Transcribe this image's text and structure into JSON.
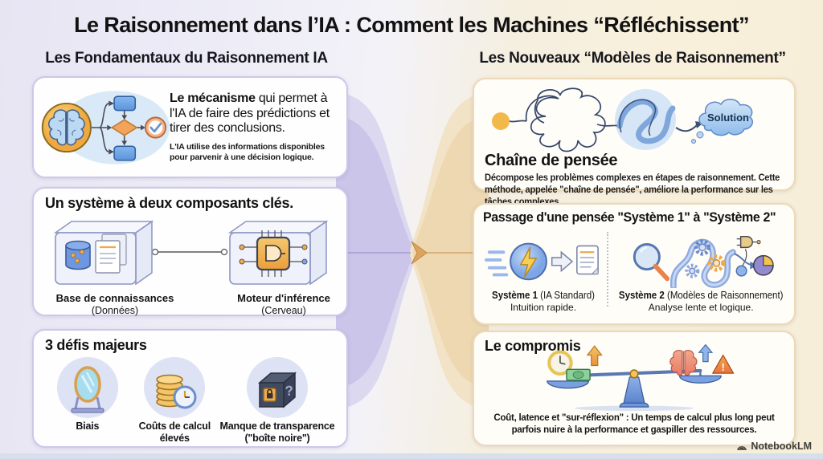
{
  "title": "Le Raisonnement dans l’IA : Comment les Machines “Réfléchissent”",
  "left": {
    "header": "Les Fondamentaux du Raisonnement IA",
    "card1": {
      "lead_bold": "Le mécanisme",
      "lead_rest": " qui permet à l'IA de faire des prédictions et tirer des conclusions.",
      "sub": "L'IA utilise des informations disponibles pour parvenir à une décision logique."
    },
    "card2": {
      "title": "Un système à deux composants clés.",
      "items": [
        {
          "label": "Base de connaissances",
          "sub": "(Données)"
        },
        {
          "label": "Moteur d'inférence",
          "sub": "(Cerveau)"
        }
      ]
    },
    "card3": {
      "title": "3 défis majeurs",
      "items": [
        {
          "label": "Biais"
        },
        {
          "label": "Coûts de calcul élevés"
        },
        {
          "label": "Manque de transparence (\"boîte noire\")"
        }
      ],
      "box_question_mark": "?"
    }
  },
  "right": {
    "header": "Les Nouveaux “Modèles de Raisonnement”",
    "card1": {
      "title": "Chaîne de pensée",
      "body": "Décompose les problèmes complexes en étapes de raisonnement. Cette méthode, appelée \"chaîne de pensée\", améliore la performance sur les tâches complexes.",
      "solution_label": "Solution"
    },
    "card2": {
      "title": "Passage d'une pensée \"Système 1\" à \"Système 2\"",
      "sys1": {
        "bold": "Système 1",
        "rest": " (IA Standard)",
        "sub": "Intuition rapide."
      },
      "sys2": {
        "bold": "Système 2",
        "rest": " (Modèles de Raisonnement)",
        "sub": "Analyse lente et logique."
      }
    },
    "card3": {
      "title": "Le compromis",
      "body": "Coût, latence et \"sur-réflexion\" : Un temps de calcul plus long peut parfois nuire à la performance et gaspiller des ressources.",
      "warning_mark": "!"
    }
  },
  "watermark": {
    "label": "NotebookLM"
  },
  "colors": {
    "left_card_border": "#cdc8ea",
    "right_card_border": "#edd9b6",
    "funnel_left": "#c7c2e8",
    "funnel_right": "#f0dcba",
    "background_left": "#e8e5f3",
    "background_right": "#f8f0db",
    "solution_cloud": "#a9cdf1",
    "accent_orange": "#f0a848",
    "accent_blue": "#6f9fe2"
  }
}
